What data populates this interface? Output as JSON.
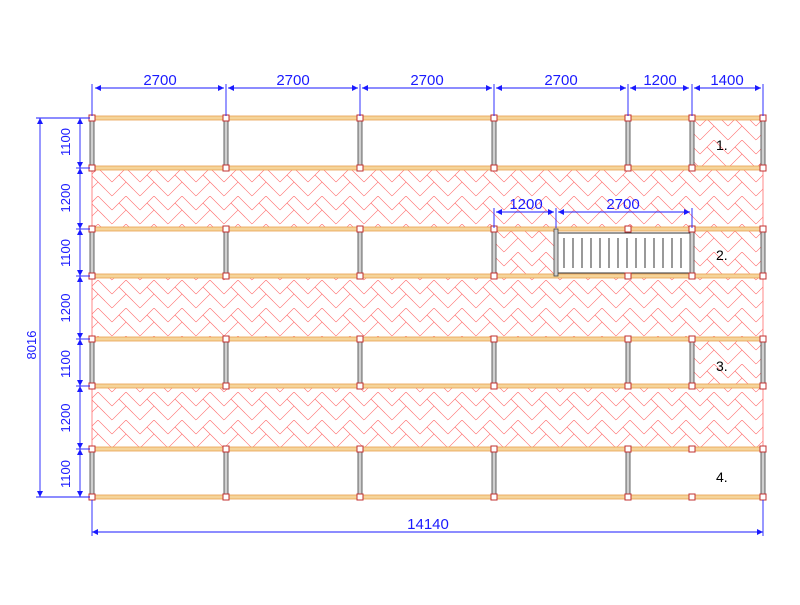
{
  "drawing": {
    "top_dimensions": [
      "2700",
      "2700",
      "2700",
      "2700",
      "1200",
      "1400"
    ],
    "left_dimensions": [
      "1100",
      "1200",
      "1100",
      "1200",
      "1100",
      "1200",
      "1100"
    ],
    "overall_height": "8016",
    "overall_width": "14140",
    "inner_dimensions": [
      "1200",
      "2700"
    ],
    "section_labels": [
      "1.",
      "2.",
      "3.",
      "4."
    ],
    "colors": {
      "dimension": "#1a1aff",
      "hatch": "#ff6b6b",
      "beam": "#e8a050",
      "post": "#404040",
      "text": "#000000"
    }
  }
}
